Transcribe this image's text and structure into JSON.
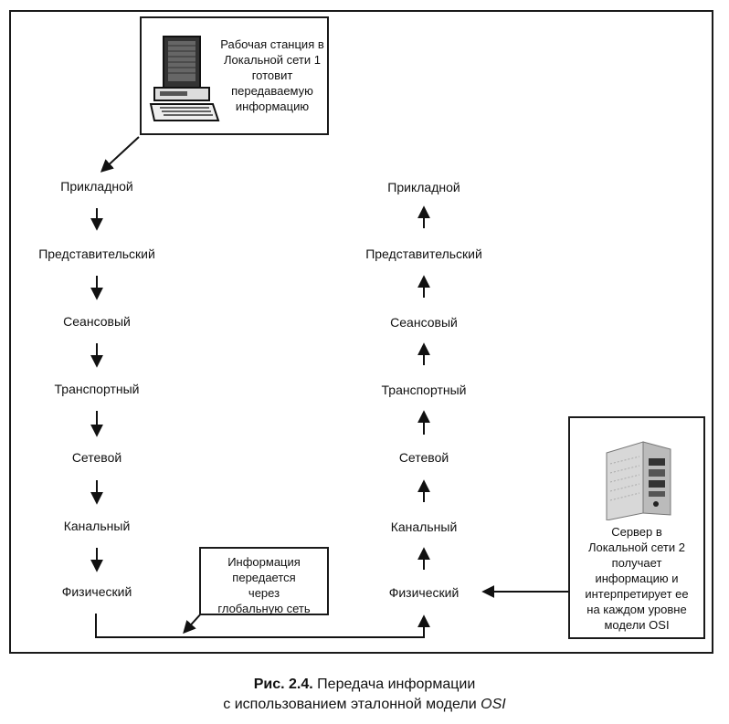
{
  "workstation_box": {
    "icon": "computer-workstation-icon",
    "lines": [
      "Рабочая станция в",
      "Локальной сети 1",
      "готовит",
      "передаваемую",
      "информацию"
    ]
  },
  "server_box": {
    "icon": "server-tower-icon",
    "lines": [
      "Сервер в",
      "Локальной сети 2",
      "получает",
      "информацию и",
      "интерпретирует ее",
      "на каждом уровне",
      "модели OSI"
    ]
  },
  "wan_box": {
    "lines": [
      "Информация",
      "передается",
      "через",
      "глобальную сеть"
    ]
  },
  "left_stack": {
    "layers": [
      "Прикладной",
      "Представительский",
      "Сеансовый",
      "Транспортный",
      "Сетевой",
      "Канальный",
      "Физический"
    ]
  },
  "right_stack": {
    "layers": [
      "Прикладной",
      "Представительский",
      "Сеансовый",
      "Транспортный",
      "Сетевой",
      "Канальный",
      "Физический"
    ]
  },
  "caption": {
    "label": "Рис. 2.4.",
    "line1": "Передача информации",
    "line2_prefix": "с использованием эталонной модели",
    "line2_suffix": "OSI"
  }
}
